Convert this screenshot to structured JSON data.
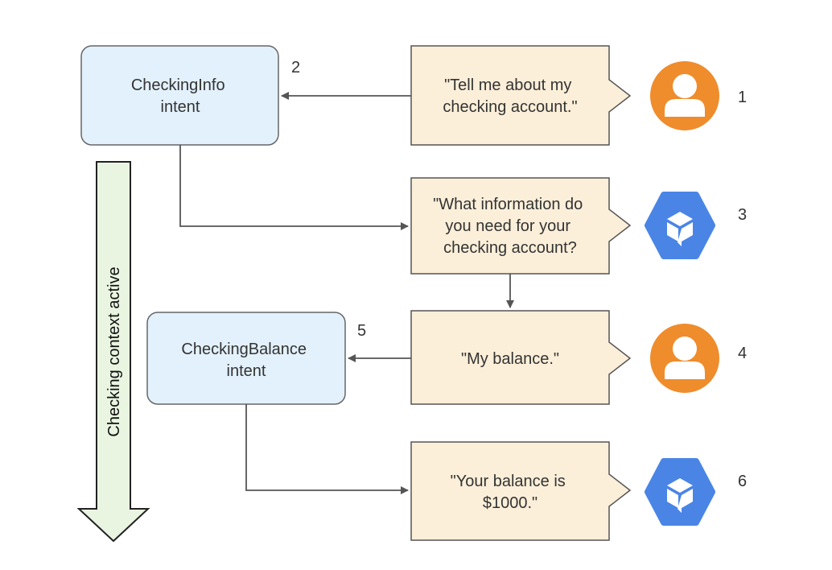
{
  "context_arrow": {
    "label": "Checking context active",
    "fill": "#e9f5e1",
    "stroke": "#222222"
  },
  "intents": [
    {
      "id": "checking-info",
      "lines": [
        "CheckingInfo",
        "intent"
      ],
      "step": "2",
      "fill": "#e3f1fc",
      "stroke": "#666666"
    },
    {
      "id": "checking-balance",
      "lines": [
        "CheckingBalance",
        "intent"
      ],
      "step": "5",
      "fill": "#e3f1fc",
      "stroke": "#666666"
    }
  ],
  "messages": [
    {
      "id": "msg-1",
      "speaker": "user",
      "step": "1",
      "lines": [
        "\"Tell me about my",
        "checking account.\""
      ]
    },
    {
      "id": "msg-3",
      "speaker": "agent",
      "step": "3",
      "lines": [
        "\"What information do",
        "you need for your",
        "checking account?"
      ]
    },
    {
      "id": "msg-4",
      "speaker": "user",
      "step": "4",
      "lines": [
        "\"My balance.\""
      ]
    },
    {
      "id": "msg-6",
      "speaker": "agent",
      "step": "6",
      "lines": [
        "\"Your balance is",
        "$1000.\""
      ]
    }
  ],
  "colors": {
    "bubble_fill": "#fcefd9",
    "bubble_stroke": "#555555",
    "arrow": "#555555",
    "user_avatar": "#ef8c2c",
    "agent_avatar": "#4a85e6"
  },
  "icons": {
    "user": "person-avatar-icon",
    "agent": "dialogflow-agent-icon"
  }
}
